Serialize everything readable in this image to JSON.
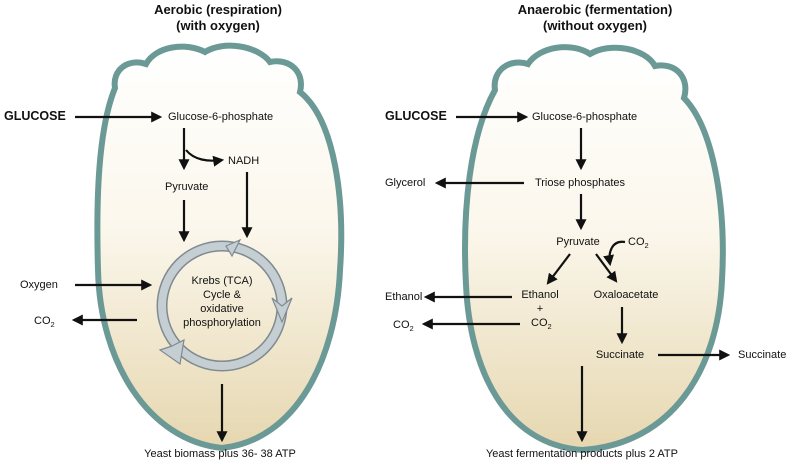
{
  "colors": {
    "cell_wall": "#6b9a96",
    "cell_fill_top": "#ffffff",
    "cell_fill_bottom": "#e6d7b0",
    "cycle_ring": "#c5cfd3",
    "cycle_outline": "#7f8b90"
  },
  "aerobic": {
    "title_line1": "Aerobic (respiration)",
    "title_line2": "(with oxygen)",
    "glucose": "GLUCOSE",
    "g6p": "Glucose-6-phosphate",
    "nadh": "NADH",
    "pyruvate": "Pyruvate",
    "oxygen": "Oxygen",
    "co2": "CO",
    "co2_sub": "2",
    "krebs_line1": "Krebs (TCA)",
    "krebs_line2": "Cycle &",
    "krebs_line3": "oxidative",
    "krebs_line4": "phosphorylation",
    "output": "Yeast biomass plus 36- 38 ATP"
  },
  "anaerobic": {
    "title_line1": "Anaerobic (fermentation)",
    "title_line2": "(without oxygen)",
    "glucose": "GLUCOSE",
    "g6p": "Glucose-6-phosphate",
    "glycerol": "Glycerol",
    "triose": "Triose phosphates",
    "pyruvate": "Pyruvate",
    "co2_in": "CO",
    "co2_in_sub": "2",
    "ethanol_out": "Ethanol",
    "ethanol_inner": "Ethanol",
    "plus": "+",
    "co2_inner": "CO",
    "co2_inner_sub": "2",
    "oxaloacetate": "Oxaloacetate",
    "co2_out": "CO",
    "co2_out_sub": "2",
    "succinate_inner": "Succinate",
    "succinate_out": "Succinate",
    "output": "Yeast fermentation products plus 2 ATP"
  }
}
